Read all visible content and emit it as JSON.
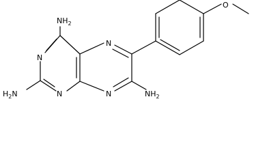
{
  "molecule": {
    "amino_top": {
      "main": "NH",
      "sub": "2"
    },
    "amino_left": {
      "main": "H",
      "sub": "2",
      "tail": "N"
    },
    "amino_right": {
      "main": "NH",
      "sub": "2"
    },
    "n_pyrazine_top": "N",
    "n_pyrazine_bottom": "N",
    "n_pyrimidine_left": "N",
    "n_pyrimidine_bottom": "N",
    "methoxy": "O"
  }
}
